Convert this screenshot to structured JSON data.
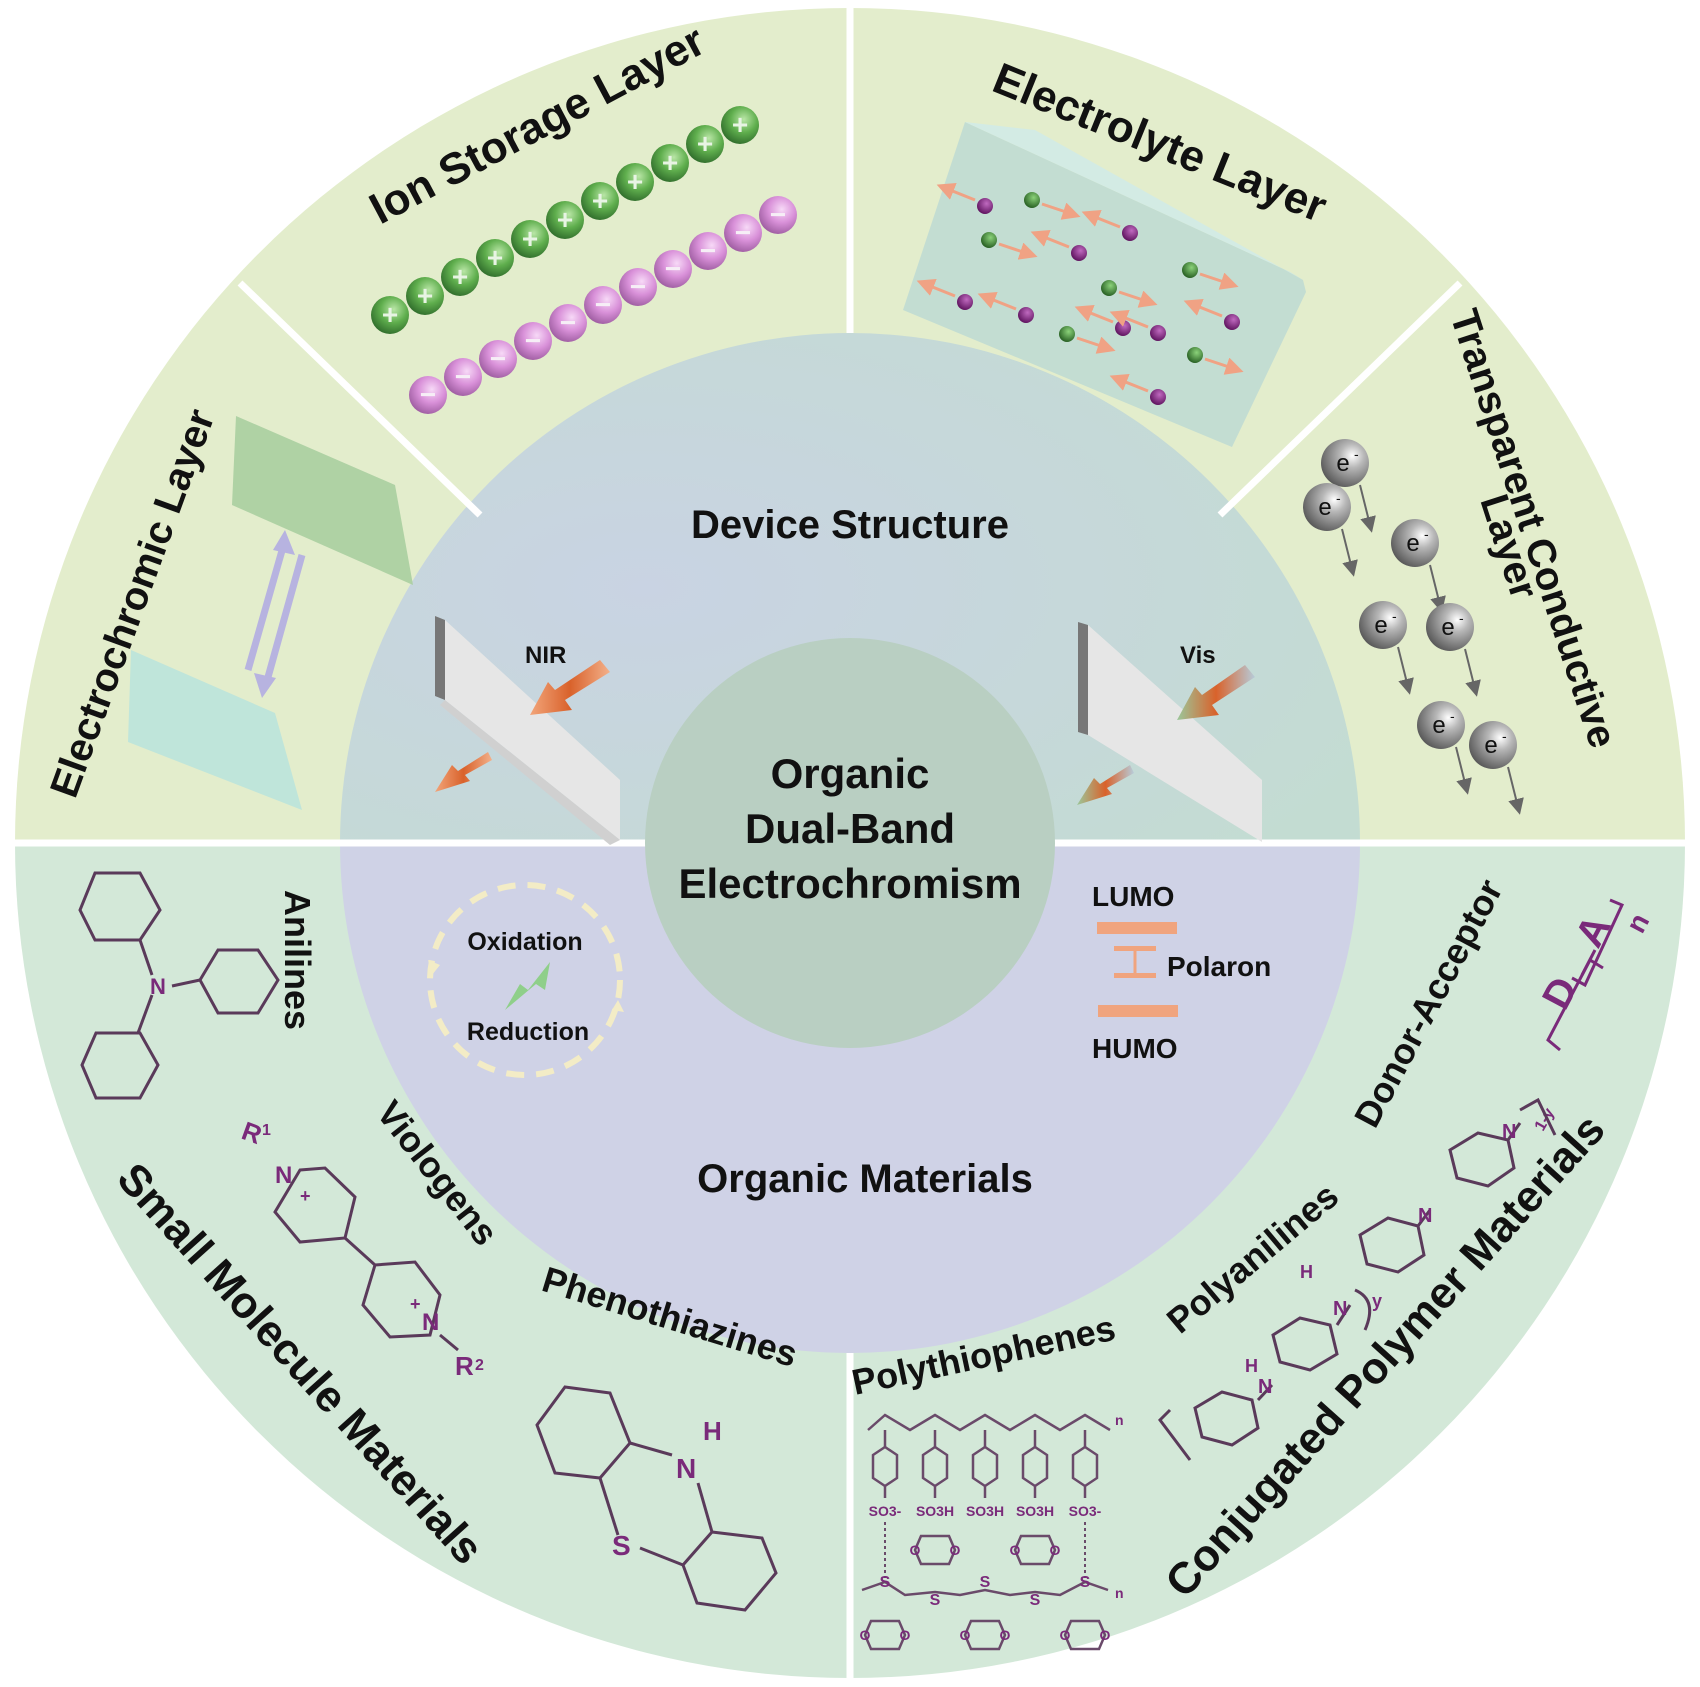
{
  "center": {
    "title_lines": [
      "Organic",
      "Dual-Band",
      "Electrochromism"
    ]
  },
  "middle_ring": {
    "top_label": "Device Structure",
    "bottom_label": "Organic Materials",
    "nir_label": "NIR",
    "vis_label": "Vis",
    "redox": {
      "oxidation": "Oxidation",
      "reduction": "Reduction"
    },
    "energy": {
      "lumo": "LUMO",
      "polaron": "Polaron",
      "homo": "HUMO"
    }
  },
  "device_layers": {
    "electrochromic": "Electrochromic Layer",
    "ion_storage": "Ion Storage Layer",
    "electrolyte": "Electrolyte Layer",
    "transparent_conductive_line1": "Transparent Conductive",
    "transparent_conductive_line2": "Layer",
    "electron_symbol": "e",
    "electron_charge": "-",
    "positive_ion_symbol": "+",
    "negative_ion_symbol": "−"
  },
  "materials": {
    "small_molecule": "Small Molecule Materials",
    "conjugated_polymer": "Conjugated Polymer Materials",
    "anilines": "Anilines",
    "viologens": "Viologens",
    "phenothiazines": "Phenothiazines",
    "polythiophenes": "Polythiophenes",
    "polyanilines": "Polyanilines",
    "donor_acceptor": "Donor-Acceptor",
    "atoms": {
      "N": "N",
      "H": "H",
      "S": "S",
      "O": "O",
      "R1": "R",
      "R1_sub": "1",
      "R2": "R",
      "R2_sub": "2",
      "plus": "+",
      "n": "n",
      "y": "y",
      "one_minus_y": "1-y",
      "D": "D",
      "A": "A",
      "so3_minus": "SO3-",
      "so3h": "SO3H"
    }
  },
  "colors": {
    "outer_top": "#e3edcc",
    "outer_bottom": "#d3e8d8",
    "ring_top": "#c3d8d2",
    "ring_bottom": "#cfd2e6",
    "inner": "#b9cfc2",
    "chem_purple": "#7a2a7a",
    "arrow_orange": "#e8864f",
    "cation_green": "#4f9a45",
    "anion_purple": "#d58ad8"
  }
}
